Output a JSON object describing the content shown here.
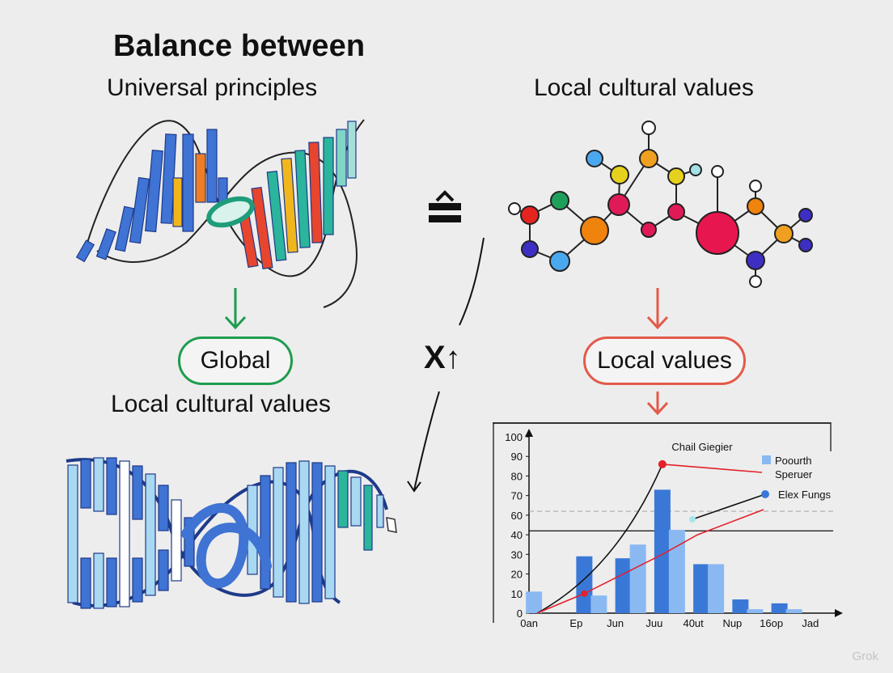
{
  "title": "Balance between",
  "left_heading": "Universal principles",
  "right_heading": "Local cultural values",
  "left_lower_heading": "Local cultural values",
  "global_pill": "Global",
  "local_pill": "Local values",
  "operator_label": "X",
  "equals_symbol": "≙",
  "watermark": "Grok",
  "colors": {
    "green_accent": "#1f9c4e",
    "red_accent": "#e35a4a",
    "dna_blue": "#3f73d4",
    "bar_dark": "#3a78d8",
    "bar_light": "#8ab9f2"
  },
  "icons": [
    "dna-helix-colored-icon",
    "molecule-network-icon",
    "dna-helix-blue-icon",
    "down-arrow-icon",
    "curved-arrow-icon"
  ],
  "chart_data": {
    "type": "bar",
    "title": "Chail Giegier",
    "categories": [
      "0an",
      "Ep",
      "Jun",
      "Juu",
      "40ut",
      "Nup",
      "16op",
      "Jad"
    ],
    "y_ticks": [
      0,
      10,
      20,
      30,
      40,
      60,
      70,
      80,
      90,
      100
    ],
    "ylim": [
      0,
      100
    ],
    "legend": [
      "Poourth Speruer",
      "Elex Fungs"
    ],
    "legend_placement": "top-right",
    "series": [
      {
        "name": "Poourth Speruer",
        "type": "bar",
        "values": [
          11,
          9,
          35,
          45,
          25,
          2,
          2
        ]
      },
      {
        "name": "",
        "type": "bar",
        "values": [
          0,
          29,
          28,
          73,
          25,
          7,
          5
        ]
      },
      {
        "name": "",
        "type": "line",
        "points": [
          [
            0,
            0
          ],
          [
            1,
            10
          ],
          [
            3,
            86
          ]
        ]
      },
      {
        "name": "Elex Fungs",
        "type": "line",
        "points": [
          [
            0,
            0
          ],
          [
            1,
            10
          ],
          [
            2,
            20
          ],
          [
            3,
            30
          ],
          [
            3.9,
            40
          ]
        ]
      }
    ],
    "reference_lines": [
      62,
      44
    ],
    "grid": false
  }
}
